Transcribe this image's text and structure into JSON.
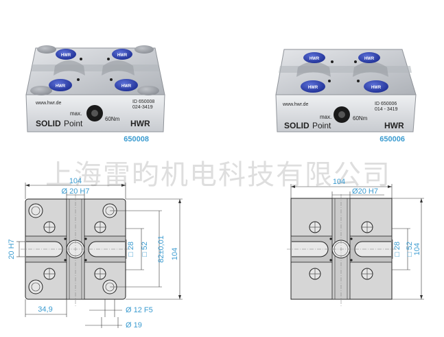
{
  "watermark": "上海雷昀机电科技有限公司",
  "products": [
    {
      "code": "650008",
      "url": "www.hwr.de",
      "id_line": "ID 650008",
      "serial": "024-3419",
      "torque_prefix": "max.",
      "torque": "60Nm",
      "brand_solid": "SOLID",
      "brand_point": "Point",
      "logo": "HWR",
      "button_label": "HWR"
    },
    {
      "code": "650006",
      "url": "www.hwr.de",
      "id_line": "ID 650006",
      "serial": "014 - 3419",
      "torque_prefix": "max.",
      "torque": "60Nm",
      "brand_solid": "SOLID",
      "brand_point": "Point",
      "logo": "HWR",
      "button_label": "HWR"
    }
  ],
  "drawings": {
    "left": {
      "width": "104",
      "bore": "Ø 20 H7",
      "slot_left": "20 H7",
      "sq28": "□ 28",
      "sq52": "□ 52",
      "pitch": "82±0,01",
      "height": "104",
      "offset": "34,9",
      "pin": "Ø 12 F5",
      "head": "Ø 19"
    },
    "right": {
      "width": "104",
      "bore": "Ø20 H7",
      "sq28": "□ 28",
      "sq52": "□ 52",
      "height": "104"
    }
  }
}
